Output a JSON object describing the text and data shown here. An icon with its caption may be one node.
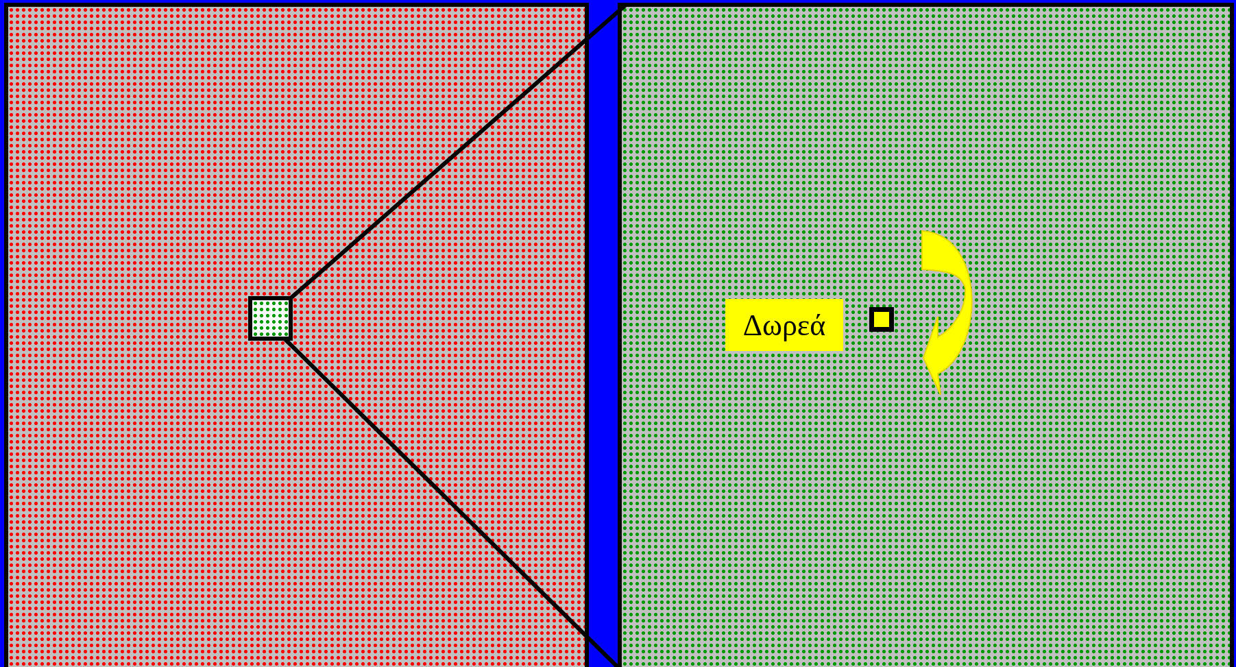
{
  "diagram": {
    "nodes": [
      {
        "text": [],
        "shape": "box"
      },
      {
        "text": [],
        "shape": "box",
        "in": 0
      },
      {
        "text": [],
        "shape": "box"
      },
      {
        "text": [
          "Δωρεά"
        ],
        "in": 2
      },
      {
        "text": [],
        "shape": "box",
        "in": 2
      }
    ],
    "edges": [
      {
        "from": 1,
        "to": 2,
        "arrow": "none"
      },
      {
        "from": 1,
        "to": 2,
        "arrow": "none"
      }
    ]
  }
}
